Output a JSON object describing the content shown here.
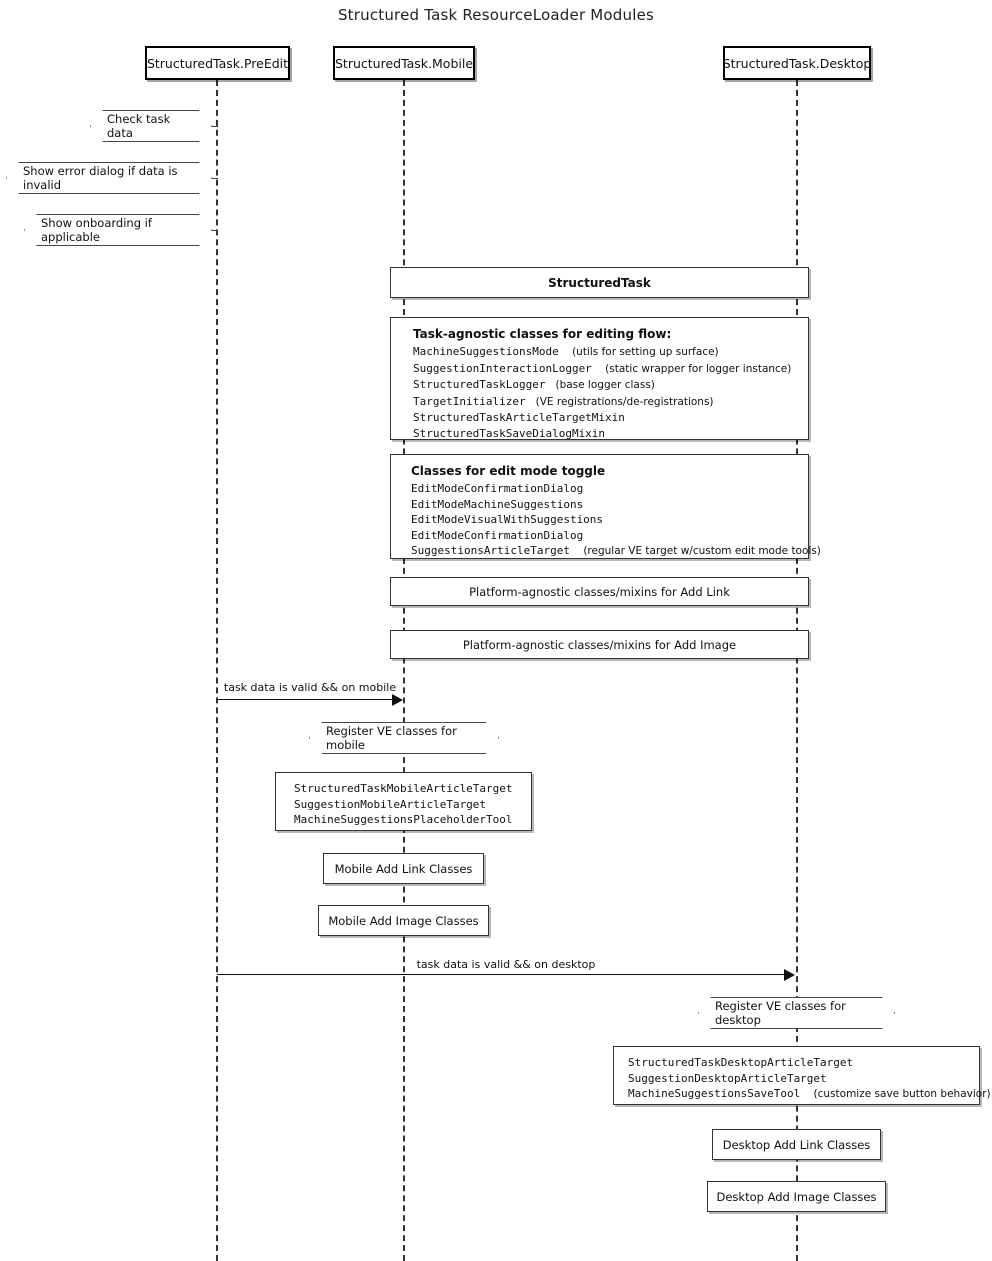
{
  "title": "Structured Task ResourceLoader Modules",
  "participants": [
    {
      "name": "StructuredTask.PreEdit"
    },
    {
      "name": "StructuredTask.Mobile"
    },
    {
      "name": "StructuredTask.Desktop"
    }
  ],
  "preedit_notes": [
    {
      "label": "Check task data"
    },
    {
      "label": "Show error dialog if data is invalid"
    },
    {
      "label": "Show onboarding if applicable"
    }
  ],
  "mobile_note": {
    "label": "Register VE classes for mobile"
  },
  "desktop_note": {
    "label": "Register VE classes for desktop"
  },
  "shared_boxes": {
    "structured_task": {
      "label": "StructuredTask"
    },
    "task_agnostic": {
      "header": "Task-agnostic classes for editing flow:",
      "lines": [
        {
          "name": "MachineSuggestionsMode",
          "annotation": "(utils for setting up surface)"
        },
        {
          "name": "SuggestionInteractionLogger",
          "annotation": "(static wrapper for logger instance)"
        },
        {
          "name": "StructuredTaskLogger",
          "annotation": "(base logger class)"
        },
        {
          "name": "TargetInitializer",
          "annotation": "(VE registrations/de-registrations)"
        },
        {
          "name": "StructuredTaskArticleTargetMixin",
          "annotation": ""
        },
        {
          "name": "StructuredTaskSaveDialogMixin",
          "annotation": ""
        }
      ]
    },
    "edit_mode_toggle": {
      "header": "Classes for edit mode toggle",
      "lines": [
        {
          "name": "EditModeConfirmationDialog",
          "annotation": ""
        },
        {
          "name": "EditModeMachineSuggestions",
          "annotation": ""
        },
        {
          "name": "EditModeVisualWithSuggestions",
          "annotation": ""
        },
        {
          "name": "EditModeConfirmationDialog",
          "annotation": ""
        },
        {
          "name": "SuggestionsArticleTarget",
          "annotation": "(regular VE target w/custom edit mode tools)"
        }
      ]
    },
    "add_link": {
      "label": "Platform-agnostic classes/mixins for Add Link"
    },
    "add_image": {
      "label": "Platform-agnostic classes/mixins for Add Image"
    }
  },
  "mobile_boxes": {
    "targets": {
      "lines": [
        {
          "name": "StructuredTaskMobileArticleTarget",
          "annotation": ""
        },
        {
          "name": "SuggestionMobileArticleTarget",
          "annotation": ""
        },
        {
          "name": "MachineSuggestionsPlaceholderTool",
          "annotation": ""
        }
      ]
    },
    "add_link": {
      "label": "Mobile Add Link Classes"
    },
    "add_image": {
      "label": "Mobile Add Image Classes"
    }
  },
  "desktop_boxes": {
    "targets": {
      "lines": [
        {
          "name": "StructuredTaskDesktopArticleTarget",
          "annotation": ""
        },
        {
          "name": "SuggestionDesktopArticleTarget",
          "annotation": ""
        },
        {
          "name": "MachineSuggestionsSaveTool",
          "annotation": "(customize save button behavior)"
        }
      ]
    },
    "add_link": {
      "label": "Desktop Add Link Classes"
    },
    "add_image": {
      "label": "Desktop Add Image Classes"
    }
  },
  "messages": [
    {
      "label": "task data is valid && on mobile"
    },
    {
      "label": "task data is valid && on desktop"
    }
  ]
}
